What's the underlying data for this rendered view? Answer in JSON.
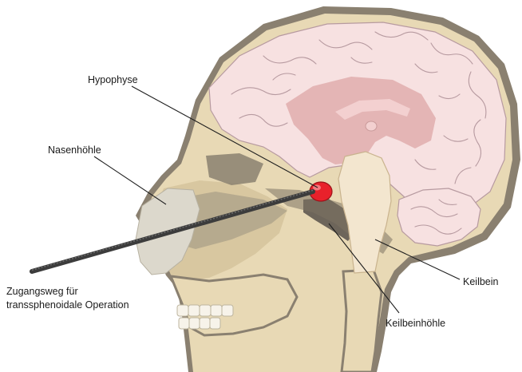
{
  "labels": {
    "hypophyse": "Hypophyse",
    "nasenhoehle": "Nasenhöhle",
    "keilbein": "Keilbein",
    "keilbeinhoehle": "Keilbeinhöhle",
    "zugangsweg_line1": "Zugangsweg für",
    "zugangsweg_line2": "transsphenoidale Operation"
  },
  "colors": {
    "skull_bone": "#e8d9b5",
    "skull_outline": "#8a8070",
    "brain_tissue": "#f7e1e1",
    "brain_inner": "#e4b5b5",
    "brainstem": "#f3e6cf",
    "pituitary": "#e8212b",
    "instrument": "#3c3c3c",
    "nasal_cartilage": "#dcd8cc"
  }
}
